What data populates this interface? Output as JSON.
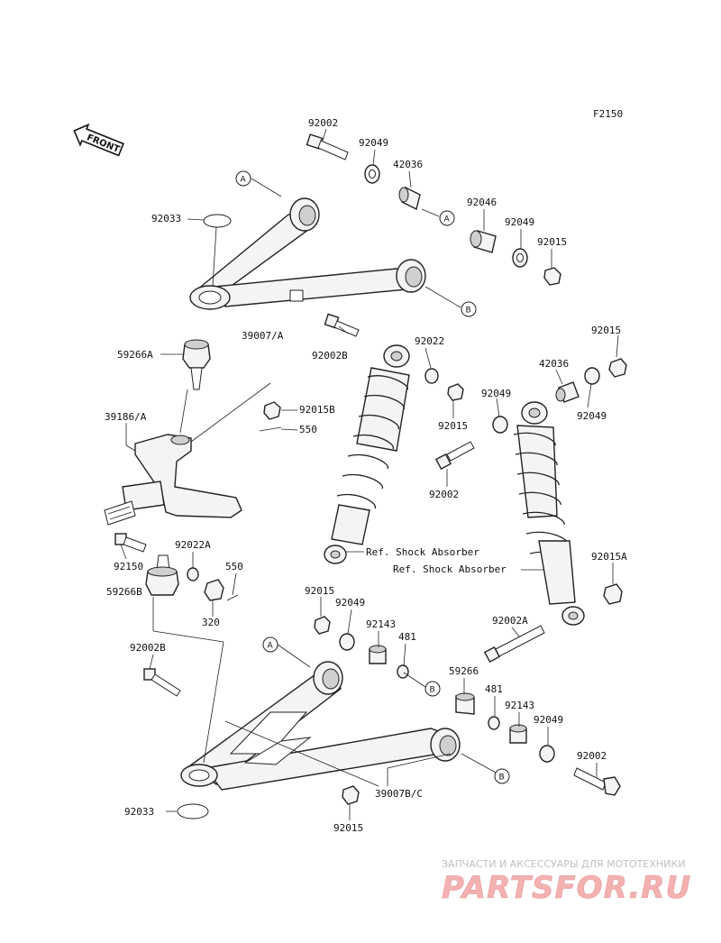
{
  "figure_code": "F2150",
  "front_label": "FRONT",
  "part_labels": {
    "bolt_top_upper": "92002",
    "washer_upper_left": "92049",
    "collar_upper": "42036",
    "bushing_upper": "92046",
    "washer_upper_right": "92049",
    "nut_upper": "92015",
    "circlip_upper": "92033",
    "upper_arm": "39007/A",
    "ball_joint_upper": "59266A",
    "bolt_shock_top": "92002B",
    "washer_shock_top": "92022",
    "nut_shock_top": "92015",
    "nut_right_top": "92015",
    "collar_right": "42036",
    "washer_right_a": "92049",
    "washer_right_b": "92049",
    "knuckle": "39186/A",
    "nut_knuckle": "92015B",
    "pin_knuckle": "550",
    "bolt_mid": "92002",
    "bolt_knuckle_low": "92150",
    "washer_knuckle_low": "92022A",
    "ball_joint_lower": "59266B",
    "pin_lower": "550",
    "nut_castle": "320",
    "nut_right_lower": "92015A",
    "shock_ref_1": "Ref. Shock Absorber",
    "shock_ref_2": "Ref. Shock Absorber",
    "nut_lower_left": "92015",
    "washer_lower_left": "92049",
    "collar_lower_left": "92143",
    "circlip_lower_left": "481",
    "bushing_lower": "59266",
    "bolt_lower_shock": "92002A",
    "circlip_lower_right": "481",
    "collar_lower_right": "92143",
    "washer_lower_right": "92049",
    "bolt_lower_arm": "92002B",
    "bolt_bottom_right": "92002",
    "lower_arm": "39007B/C",
    "circlip_lower": "92033",
    "nut_bottom": "92015"
  },
  "ref_markers": {
    "upper_left": "A",
    "upper_mid": "A",
    "upper_right": "B",
    "lower_left": "A",
    "lower_mid": "B",
    "lower_right": "B"
  },
  "watermark": {
    "line1": "ЗАПЧАСТИ И АКСЕССУАРЫ ДЛЯ МОТОТЕХНИКИ",
    "line2": "PARTSFOR.RU"
  }
}
